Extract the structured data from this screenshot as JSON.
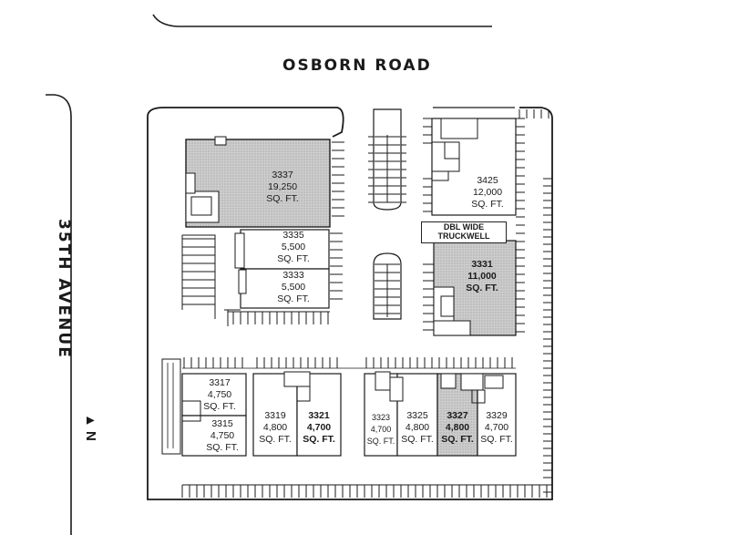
{
  "roads": {
    "top": "OSBORN ROAD",
    "left": "35TH AVENUE"
  },
  "north_arrow": {
    "arrow": "▲",
    "letter": "N"
  },
  "units": [
    {
      "id": "3337",
      "area": "19,250",
      "unit": "SQ. FT.",
      "shaded": true
    },
    {
      "id": "3425",
      "area": "12,000",
      "unit": "SQ. FT.",
      "shaded": false
    },
    {
      "id": "3335",
      "area": "5,500",
      "unit": "SQ. FT.",
      "shaded": false
    },
    {
      "id": "3333",
      "area": "5,500",
      "unit": "SQ. FT.",
      "shaded": false
    },
    {
      "id": "3331",
      "area": "11,000",
      "unit": "SQ. FT.",
      "shaded": true
    },
    {
      "id": "3317",
      "area": "4,750",
      "unit": "SQ. FT.",
      "shaded": false
    },
    {
      "id": "3315",
      "area": "4,750",
      "unit": "SQ. FT.",
      "shaded": false
    },
    {
      "id": "3319",
      "area": "4,800",
      "unit": "SQ. FT.",
      "shaded": false
    },
    {
      "id": "3321",
      "area": "4,700",
      "unit": "SQ. FT.",
      "shaded": false
    },
    {
      "id": "3323",
      "area": "4,700",
      "unit": "SQ. FT.",
      "shaded": false
    },
    {
      "id": "3325",
      "area": "4,800",
      "unit": "SQ. FT.",
      "shaded": false
    },
    {
      "id": "3327",
      "area": "4,800",
      "unit": "SQ. FT.",
      "shaded": true
    },
    {
      "id": "3329",
      "area": "4,700",
      "unit": "SQ. FT.",
      "shaded": false
    }
  ],
  "truckwell": {
    "line1": "DBL WIDE",
    "line2": "TRUCKWELL"
  },
  "colors": {
    "ink": "#1a1a1a",
    "shade": "#c9c9c9",
    "paper": "#ffffff"
  }
}
